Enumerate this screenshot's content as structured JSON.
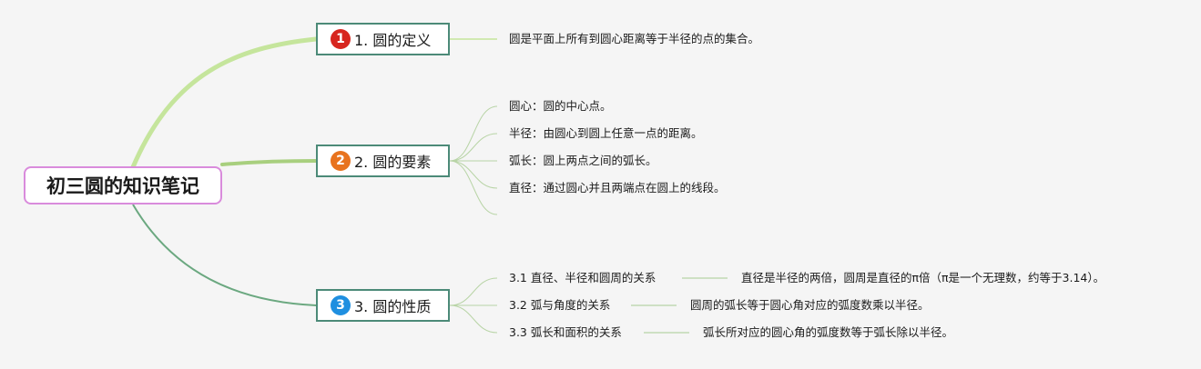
{
  "root": {
    "title": "初三圆的知识笔记"
  },
  "topics": [
    {
      "number": "1",
      "label": "1. 圆的定义",
      "color": "#d7261f"
    },
    {
      "number": "2",
      "label": "2. 圆的要素",
      "color": "#e8731e"
    },
    {
      "number": "3",
      "label": "3. 圆的性质",
      "color": "#1f8fe0"
    }
  ],
  "definition": {
    "text": "圆是平面上所有到圆心距离等于半径的点的集合。"
  },
  "elements": [
    {
      "text": "圆心：圆的中心点。"
    },
    {
      "text": "半径：由圆心到圆上任意一点的距离。"
    },
    {
      "text": "弧长：圆上两点之间的弧长。"
    },
    {
      "text": "直径：通过圆心并且两端点在圆上的线段。"
    }
  ],
  "properties": [
    {
      "title": "3.1 直径、半径和圆周的关系",
      "detail": "直径是半径的两倍，圆周是直径的π倍（π是一个无理数，约等于3.14）。"
    },
    {
      "title": "3.2 弧与角度的关系",
      "detail": "圆周的弧长等于圆心角对应的弧度数乘以半径。"
    },
    {
      "title": "3.3 弧长和面积的关系",
      "detail": "弧长所对应的圆心角的弧度数等于弧长除以半径。"
    }
  ],
  "colors": {
    "background": "#f5f5f5",
    "root_border": "#d98bdc",
    "topic_border": "#4c8a78",
    "branch1": "#c5e59c",
    "branch2": "#a8cf7e",
    "branch3": "#6ba880",
    "leaf_line": "#b8d4a6"
  }
}
